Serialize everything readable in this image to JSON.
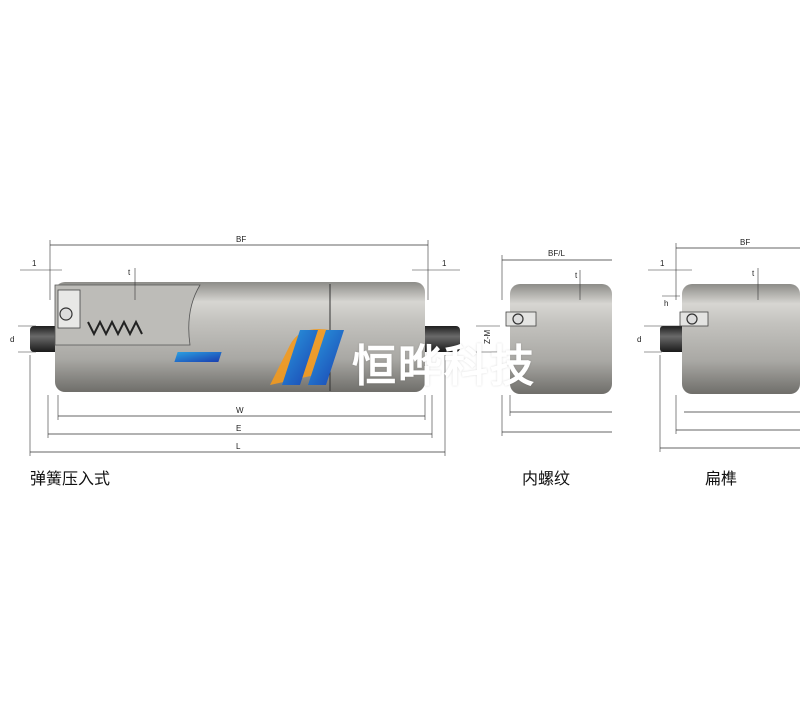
{
  "diagrams": [
    {
      "caption": "弹簧压入式",
      "labels": {
        "top": "BF",
        "left_gap": "1",
        "right_gap": "1",
        "t": "t",
        "d": "d",
        "w": "W",
        "e": "E",
        "l": "L"
      }
    },
    {
      "caption": "内螺纹",
      "labels": {
        "top": "BF/L",
        "t": "t",
        "thread": "Z-M"
      }
    },
    {
      "caption": "扁榫",
      "labels": {
        "top": "BF",
        "gap": "1",
        "t": "t",
        "h": "h",
        "d": "d"
      }
    }
  ],
  "watermark": {
    "text": "恒晔科技",
    "colors": {
      "blue": "#2a5bd7",
      "orange": "#f39a1e"
    }
  },
  "colors": {
    "roller": "#b5b4b0",
    "shaft": "#3a3a3a",
    "line": "#333333"
  }
}
